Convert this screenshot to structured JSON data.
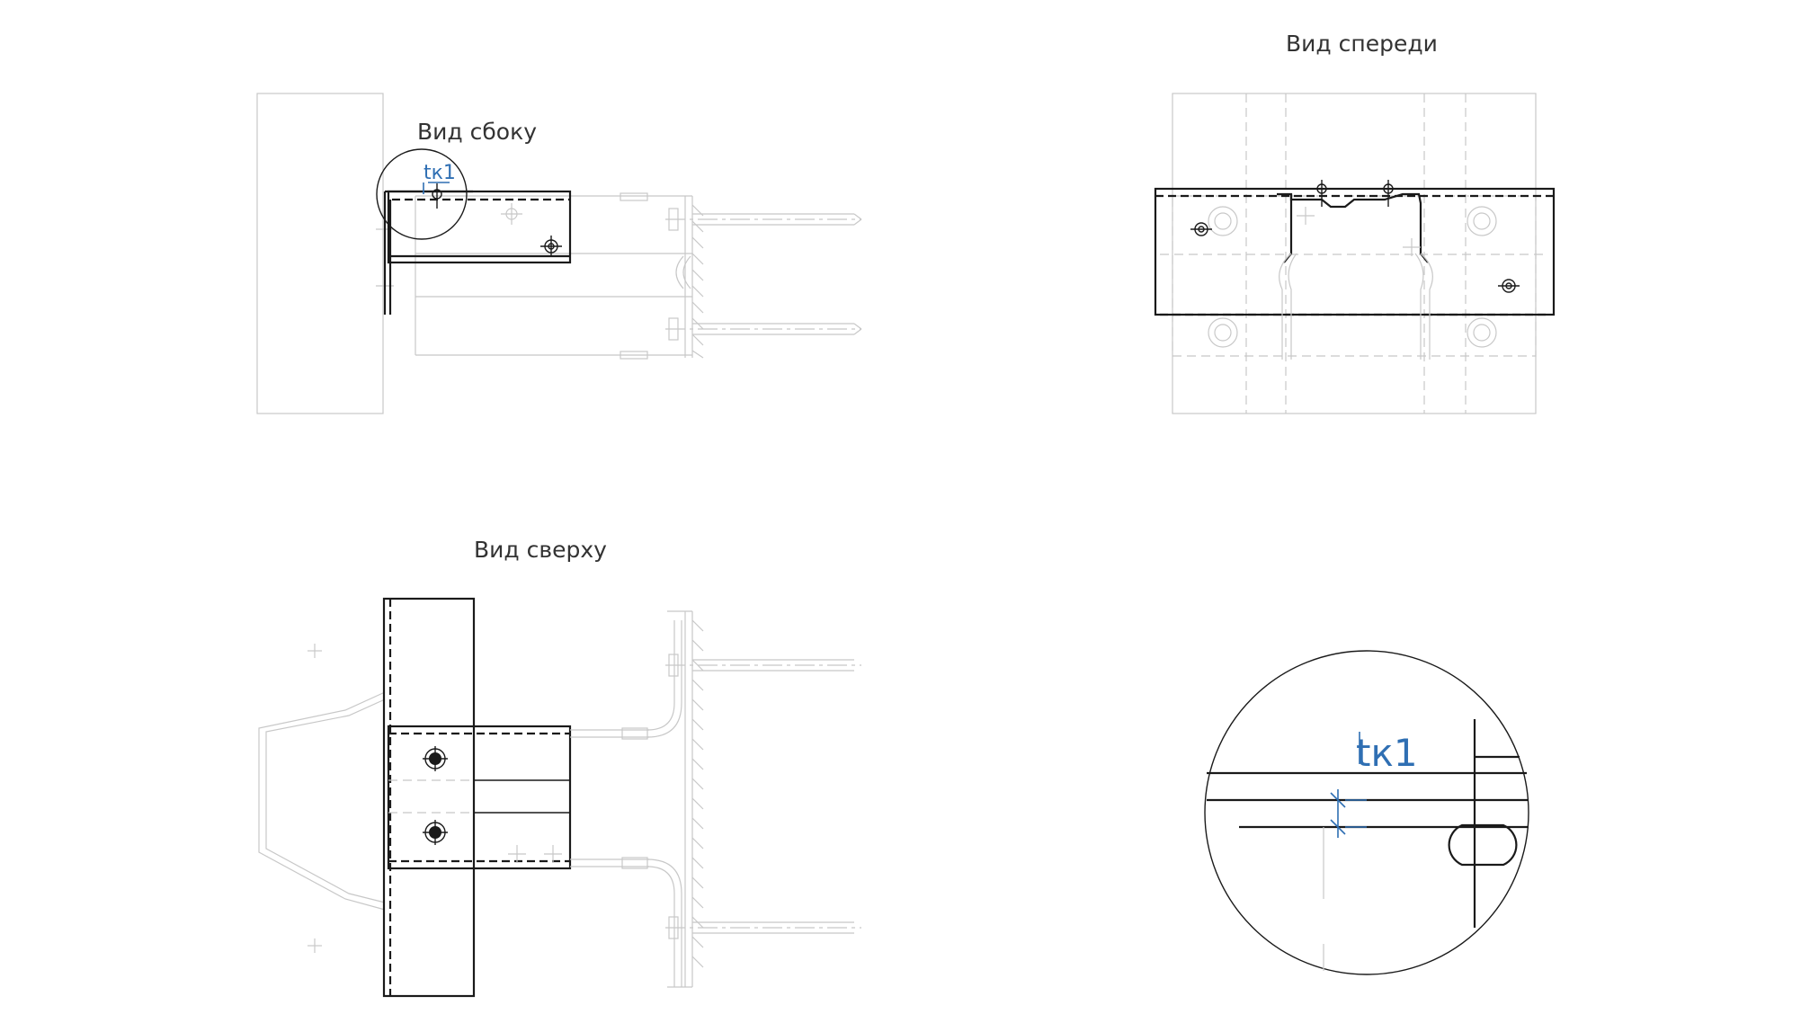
{
  "views": {
    "side_title": "Вид сбоку",
    "front_title": "Вид спереди",
    "top_title": "Вид сверху"
  },
  "marks": {
    "weld_mark_small": "tк1",
    "weld_mark_detail": "tк1"
  },
  "colors": {
    "line": "#1a1a1a",
    "faint": "#c8c8c8",
    "annotation": "#2f6fb3",
    "title": "#333333"
  }
}
